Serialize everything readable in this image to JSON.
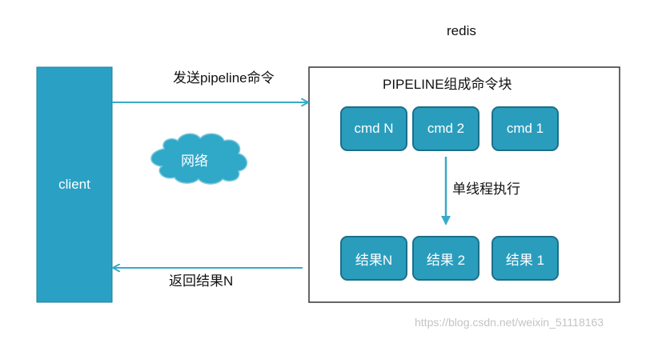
{
  "redis_title": "redis",
  "client_label": "client",
  "send_label": "发送pipeline命令",
  "return_label": "返回结果N",
  "network_label": "网络",
  "pipeline_block": {
    "title": "PIPELINE组成命令块",
    "commands": [
      "cmd N",
      "cmd 2",
      "cmd 1"
    ],
    "results": [
      "结果N",
      "结果 2",
      "结果 1"
    ],
    "exec_label": "单线程执行"
  },
  "watermark": "https://blog.csdn.net/weixin_51118163",
  "colors": {
    "client_fill": "#2aa1c4",
    "box_fill": "#2a9dbd",
    "box_border": "#1c6f88",
    "arrow": "#3aaac8",
    "cloud_fill": "#30a8c8",
    "redis_border": "#333333"
  }
}
